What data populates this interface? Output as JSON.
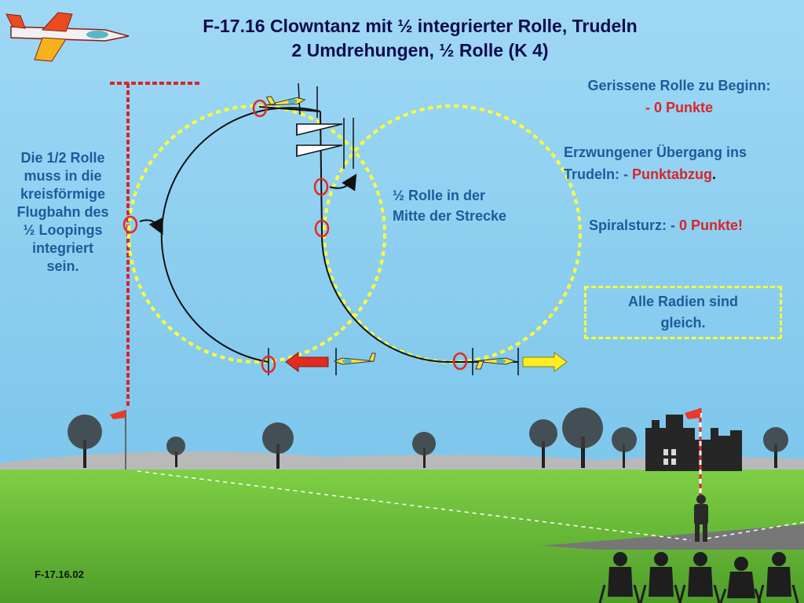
{
  "title": {
    "line1": "F-17.16 Clowntanz mit ½ integrierter Rolle, Trudeln",
    "line2": "2 Umdrehungen, ½ Rolle (K 4)"
  },
  "left_note": [
    "Die 1/2 Rolle",
    "muss in die",
    "kreisförmige",
    "Flugbahn des",
    "½ Loopings",
    "integriert",
    "sein."
  ],
  "half_roll_note": [
    "½  Rolle in der",
    "Mitte der Strecke"
  ],
  "notes": {
    "snap_roll_title": "Gerissene Rolle zu Beginn:",
    "snap_roll_value": "- 0 Punkte",
    "forced_line1": "Erzwungener Übergang ins",
    "forced_line2_prefix": "Trudeln: - ",
    "forced_line2_red": "Punktabzug",
    "forced_line2_suffix": ".",
    "spiral_prefix": "Spiralsturz: - ",
    "spiral_red": "0 Punkte!"
  },
  "radii_note": [
    "Alle Radien sind",
    "gleich."
  ],
  "figure_code": "F-17.16.02",
  "colors": {
    "sky": "#8fd0f0",
    "text_title": "#0d0d4d",
    "text_blue": "#1f5b9b",
    "text_red": "#d9252a",
    "path_yellow": "#ffff33",
    "marker_red": "#e02b20",
    "grass": "#6fbf3a"
  },
  "icons": [
    "aerobatic-plane-icon",
    "model-plane-icon",
    "flag-icon",
    "tree-icon",
    "castle-icon",
    "pilot-icon",
    "spectator-icon",
    "direction-arrow-icon",
    "marker-circle-icon"
  ]
}
